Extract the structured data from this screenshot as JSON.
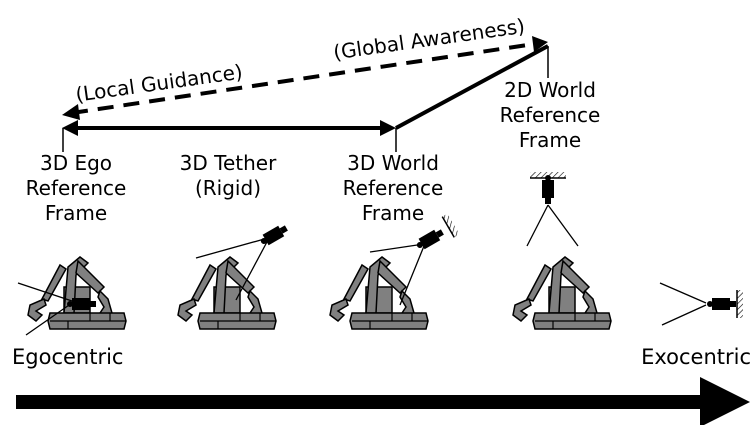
{
  "annotations": {
    "local_guidance": "(Local Guidance)",
    "global_awareness": "(Global Awareness)"
  },
  "frames": {
    "ego": [
      "3D Ego",
      "Reference",
      "Frame"
    ],
    "tether": [
      "3D Tether",
      "(Rigid)"
    ],
    "world3d": [
      "3D World",
      "Reference",
      "Frame"
    ],
    "world2d": [
      "2D World",
      "Reference",
      "Frame"
    ]
  },
  "axis": {
    "left_label": "Egocentric",
    "right_label": "Exocentric"
  },
  "colors": {
    "machine": "#808080",
    "ink": "#000000",
    "background": "#ffffff"
  }
}
